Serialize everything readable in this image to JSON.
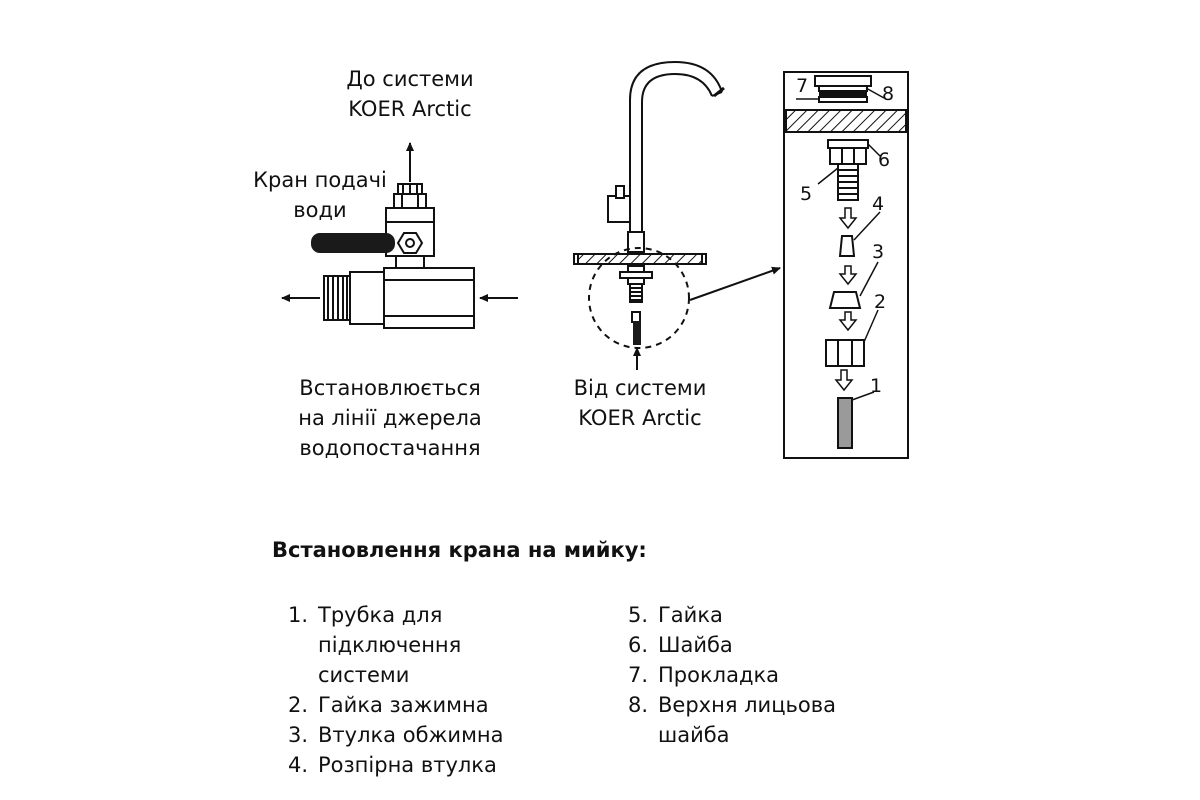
{
  "valve": {
    "outlet_label": "До системи\nKOER Arctic",
    "valve_label": "Кран подачі\nводи",
    "note": "Встановлюється\nна лінії джерела\nводопостачання"
  },
  "faucet": {
    "inlet_label": "Від системи\nKOER Arctic"
  },
  "detail_numbers": [
    "1",
    "2",
    "3",
    "4",
    "5",
    "6",
    "7",
    "8"
  ],
  "installation": {
    "heading": "Встановлення крана на мийку:",
    "parts": [
      {
        "num": "1.",
        "name": "Трубка для підключення\nсистеми"
      },
      {
        "num": "2.",
        "name": "Гайка зажимна"
      },
      {
        "num": "3.",
        "name": "Втулка обжимна"
      },
      {
        "num": "4.",
        "name": "Розпірна втулка"
      },
      {
        "num": "5.",
        "name": "Гайка"
      },
      {
        "num": "6.",
        "name": "Шайба"
      },
      {
        "num": "7.",
        "name": "Прокладка"
      },
      {
        "num": "8.",
        "name": "Верхня лицьова\nшайба"
      }
    ]
  },
  "colors": {
    "stroke": "#111111",
    "pipe": "#1a1a1a",
    "tube": "#9a9a9a"
  }
}
